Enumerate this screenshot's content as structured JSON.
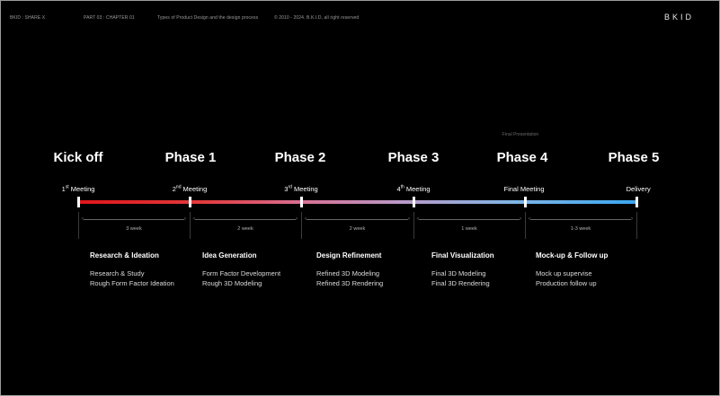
{
  "header": {
    "left": "BKID : SHARE X",
    "part": "PART 03 : CHAPTER 01",
    "topic": "Types of Product Design and the design process",
    "copyright": "© 2010 - 2024. B.K.I.D, all right reserved",
    "brand": "BKID"
  },
  "final_presentation": "Final Presentation",
  "phase_titles": [
    "Kick off",
    "Phase 1",
    "Phase 2",
    "Phase 3",
    "Phase 4",
    "Phase 5"
  ],
  "meetings": [
    {
      "num": "1",
      "sup": "st",
      "label": " Meeting"
    },
    {
      "num": "2",
      "sup": "nd",
      "label": " Meeting"
    },
    {
      "num": "3",
      "sup": "rd",
      "label": " Meeting"
    },
    {
      "num": "4",
      "sup": "th",
      "label": " Meeting"
    },
    {
      "num": "",
      "sup": "",
      "label": "Final Meeting"
    },
    {
      "num": "",
      "sup": "",
      "label": "Delivery"
    }
  ],
  "durations": [
    "3 week",
    "2 week",
    "2 week",
    "1 week",
    "1-3 week"
  ],
  "phases": [
    {
      "title": "Research & Ideation",
      "items": [
        "Research & Study",
        "Rough Form Factor Ideation"
      ]
    },
    {
      "title": "Idea Generation",
      "items": [
        "Form Factor Development",
        "Rough 3D Modeling"
      ]
    },
    {
      "title": "Design Refinement",
      "items": [
        "Refined 3D Modeling",
        "Refined 3D Rendering"
      ]
    },
    {
      "title": "Final Visualization",
      "items": [
        "Final 3D Modeling",
        "Final 3D Rendering"
      ]
    },
    {
      "title": "Mock-up & Follow up",
      "items": [
        "Mock up supervise",
        "Production follow up"
      ]
    }
  ],
  "colors": {
    "bar_start": "#e0161b",
    "bar_mid": "#d87093",
    "bar_end": "#3aa6f0",
    "background": "#000000"
  }
}
